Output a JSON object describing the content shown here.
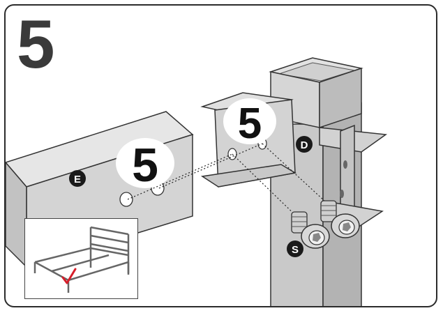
{
  "step": {
    "number": "5"
  },
  "callouts": {
    "rail_step": "5",
    "bracket_step": "5"
  },
  "parts": {
    "rail_label": "E",
    "leg_bracket_label": "D",
    "screw_label": "S"
  },
  "icons": {
    "check": "check-mark-icon"
  },
  "colors": {
    "metal_light": "#d9d9d9",
    "metal_mid": "#bdbdbd",
    "metal_dark": "#9a9a9a",
    "outline": "#333333",
    "badge": "#1a1a1a",
    "check": "#d61e2a"
  }
}
